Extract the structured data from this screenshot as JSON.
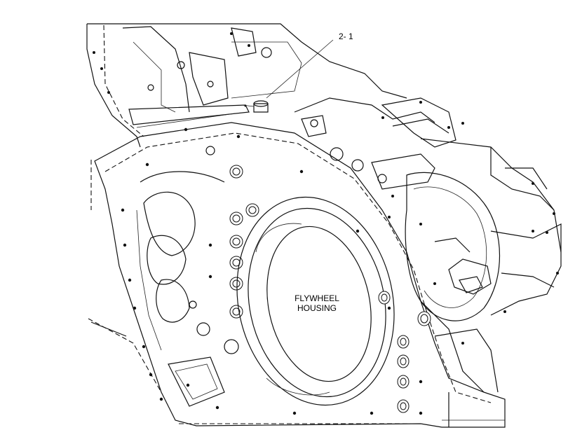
{
  "diagram": {
    "callout": {
      "text": "2- 1"
    },
    "center_label": {
      "line1": "FLYWHEEL",
      "line2": "HOUSING"
    }
  }
}
